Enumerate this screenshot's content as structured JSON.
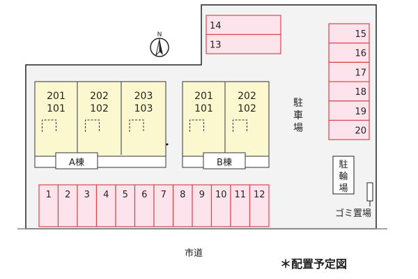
{
  "north_label": "N",
  "upper_slots": [
    "14",
    "13"
  ],
  "right_slots": [
    "15",
    "16",
    "17",
    "18",
    "19",
    "20"
  ],
  "bottom_slots": [
    "1",
    "2",
    "3",
    "4",
    "5",
    "6",
    "7",
    "8",
    "9",
    "10",
    "11",
    "12"
  ],
  "building_a": {
    "label": "A棟",
    "units": [
      [
        "201",
        "101"
      ],
      [
        "202",
        "102"
      ],
      [
        "203",
        "103"
      ]
    ]
  },
  "building_b": {
    "label": "B棟",
    "units": [
      [
        "201",
        "101"
      ],
      [
        "202",
        "102"
      ]
    ]
  },
  "parking_label": [
    "駐",
    "車",
    "場"
  ],
  "bicycle_label": [
    "駐",
    "輪",
    "場"
  ],
  "garbage_label": "ゴミ置場",
  "road_label": "市道",
  "title": "＊配置予定図",
  "colors": {
    "slot_fill": "#fde4ec",
    "slot_stroke": "#d9454f",
    "building_fill": "#fbf7cf",
    "site_fill": "#f3f3f3"
  }
}
